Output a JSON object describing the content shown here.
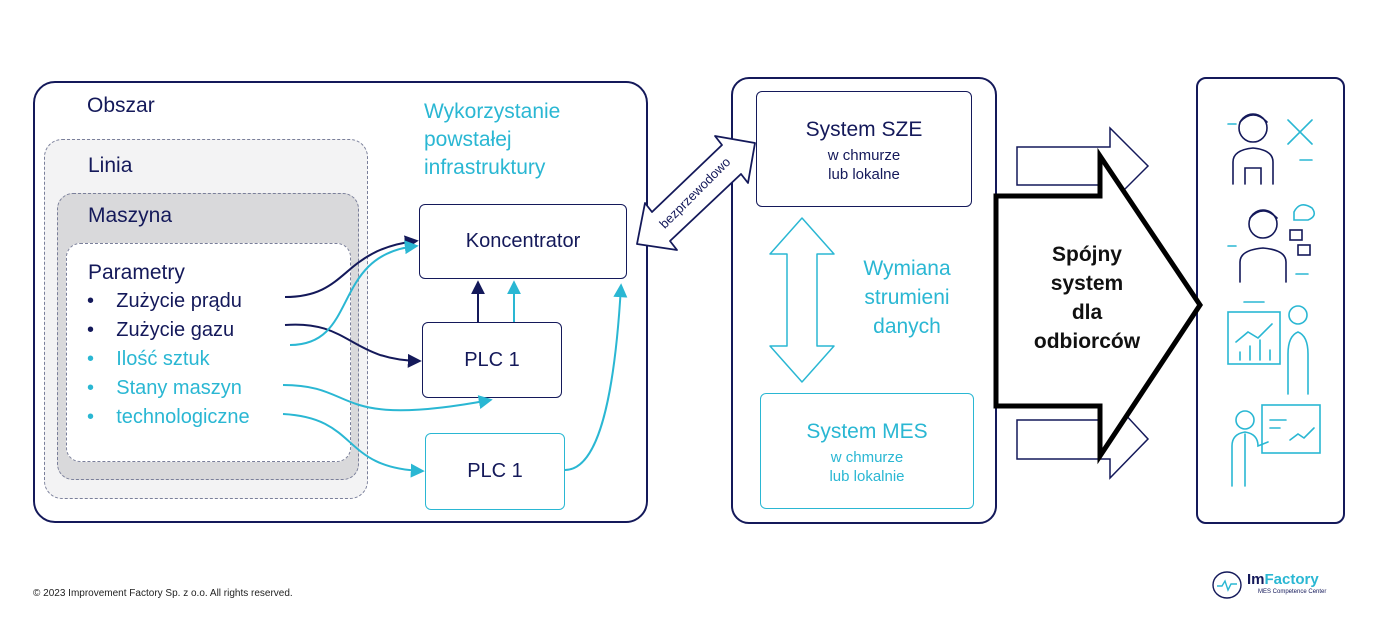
{
  "area": {
    "obszar_label": "Obszar",
    "linia_label": "Linia",
    "maszyna_label": "Maszyna",
    "parametry_label": "Parametry",
    "parameters": [
      {
        "text": "Zużycie prądu",
        "color": "#14195a"
      },
      {
        "text": "Zużycie gazu",
        "color": "#14195a"
      },
      {
        "text": "Ilość sztuk",
        "color": "#2ab7d3"
      },
      {
        "text": "Stany maszyn",
        "color": "#2ab7d3"
      },
      {
        "text": "technologiczne",
        "color": "#2ab7d3"
      }
    ],
    "infrastructure_lines": [
      "Wykorzystanie",
      "powstałej",
      "infrastruktury"
    ],
    "koncentrator": "Koncentrator",
    "plc_top": "PLC 1",
    "plc_bottom": "PLC 1"
  },
  "wireless_label": "bezprzewodowo",
  "middle": {
    "sze": {
      "title": "System SZE",
      "sub1": "w chmurze",
      "sub2": "lub lokalne"
    },
    "mes": {
      "title": "System MES",
      "sub1": "w chmurze",
      "sub2": "lub lokalnie"
    },
    "exchange_lines": [
      "Wymiana",
      "strumieni",
      "danych"
    ]
  },
  "consistent_lines": [
    "Spójny",
    "system",
    "dla",
    "odbiorców"
  ],
  "receivers_icons": [
    "worker-tools-icon",
    "worker-idea-icon",
    "analyst-chart-icon",
    "presenter-board-icon"
  ],
  "footer": {
    "copyright": "© 2023 Improvement Factory Sp. z o.o. All rights reserved.",
    "logo_part1": "Im",
    "logo_part2": "Factory",
    "logo_sub": "MES Competence Center"
  },
  "colors": {
    "navy": "#14195a",
    "cyan": "#2ab7d3",
    "grey": "#d9d9db"
  }
}
